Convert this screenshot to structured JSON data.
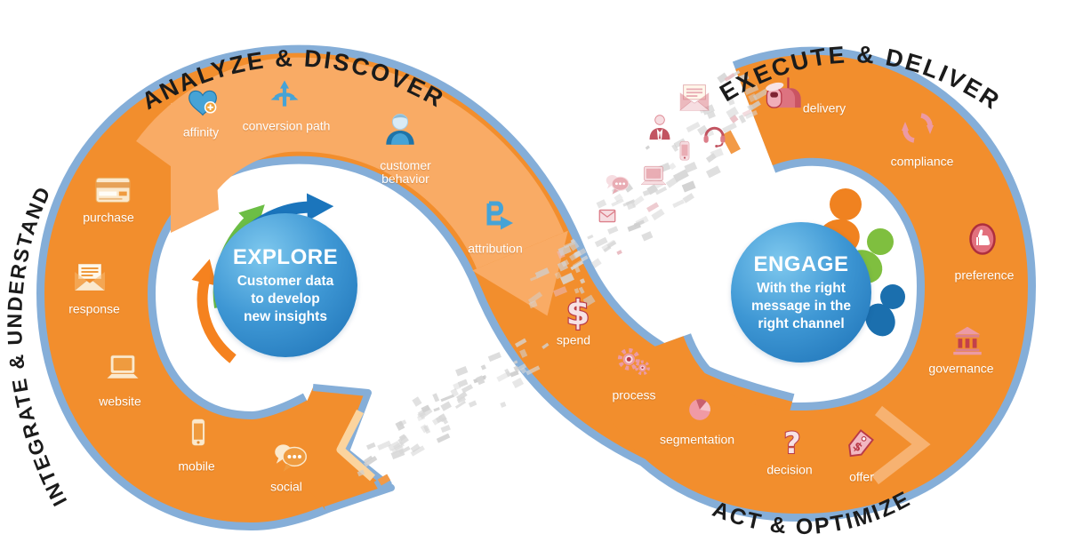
{
  "stages": {
    "top_left": "ANALYZE & DISCOVER",
    "top_right": "EXECUTE & DELIVER",
    "left": "INTEGRATE & UNDERSTAND",
    "bottom_right": "ACT & OPTIMIZE"
  },
  "hubs": {
    "explore": {
      "title": "EXPLORE",
      "line1": "Customer data",
      "line2": "to develop",
      "line3": "new insights"
    },
    "engage": {
      "title": "ENGAGE",
      "line1": "With the right",
      "line2": "message in the",
      "line3": "right channel"
    }
  },
  "nodes": [
    {
      "label": "affinity",
      "icon": "heart-plus-icon",
      "group": "analyze-discover"
    },
    {
      "label": "conversion path",
      "icon": "branch-arrows-icon",
      "group": "analyze-discover"
    },
    {
      "label": "customer behavior",
      "icon": "person-icon",
      "group": "analyze-discover"
    },
    {
      "label": "attribution",
      "icon": "routed-arrow-icon",
      "group": "analyze-discover"
    },
    {
      "label": "purchase",
      "icon": "credit-card-icon",
      "group": "integrate-understand"
    },
    {
      "label": "response",
      "icon": "open-envelope-icon",
      "group": "integrate-understand"
    },
    {
      "label": "website",
      "icon": "laptop-icon",
      "group": "integrate-understand"
    },
    {
      "label": "mobile",
      "icon": "smartphone-icon",
      "group": "integrate-understand"
    },
    {
      "label": "social",
      "icon": "chat-bubbles-icon",
      "group": "integrate-understand"
    },
    {
      "label": "spend",
      "icon": "dollar-icon",
      "group": "act-optimize"
    },
    {
      "label": "process",
      "icon": "gears-icon",
      "group": "act-optimize"
    },
    {
      "label": "segmentation",
      "icon": "pie-chart-icon",
      "group": "act-optimize"
    },
    {
      "label": "decision",
      "icon": "question-mark-icon",
      "group": "act-optimize"
    },
    {
      "label": "offer",
      "icon": "price-tag-icon",
      "group": "act-optimize"
    },
    {
      "label": "delivery",
      "icon": "mailbox-icon",
      "group": "execute-deliver"
    },
    {
      "label": "compliance",
      "icon": "cycle-arrows-icon",
      "group": "execute-deliver"
    },
    {
      "label": "preference",
      "icon": "thumbs-up-icon",
      "group": "execute-deliver"
    },
    {
      "label": "governance",
      "icon": "bank-icon",
      "group": "execute-deliver"
    }
  ],
  "channel_icons": [
    {
      "icon": "letter-envelope-icon"
    },
    {
      "icon": "businessperson-icon"
    },
    {
      "icon": "headset-icon"
    },
    {
      "icon": "smartphone-icon"
    },
    {
      "icon": "laptop-icon"
    },
    {
      "icon": "chat-bubbles-icon"
    },
    {
      "icon": "envelope-icon"
    }
  ],
  "colors": {
    "band_orange": "#F28E2D",
    "band_light_orange": "#F9AB65",
    "band_border_blue": "#85AED8",
    "hub_blue_dark": "#1B6FB4",
    "hub_blue_light": "#7EC8EE",
    "icon_blue": "#46A3D6",
    "icon_cream": "#FBE9CD",
    "icon_red": "#C2404B",
    "arrow_green": "#6CBE45",
    "arrow_orange": "#F5821F",
    "arrow_blue": "#1B75BC",
    "pixel_gray": "#D7D7D7",
    "title_text": "#1B1B1B",
    "label_text": "#FFFFFF"
  }
}
